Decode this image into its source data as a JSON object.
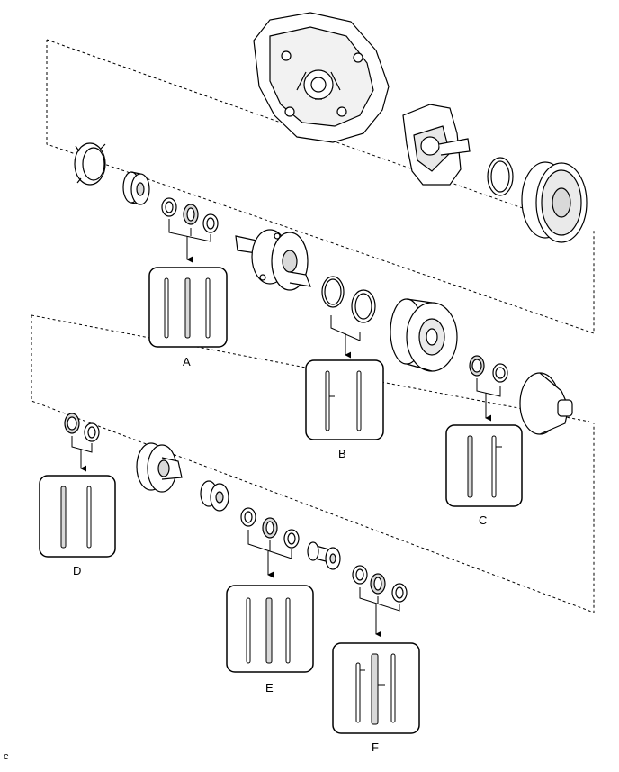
{
  "callouts": {
    "a": "A",
    "b": "B",
    "c": "C",
    "d": "D",
    "e": "E",
    "f": "F"
  },
  "footer": {
    "code": "c"
  },
  "colors": {
    "line": "#000000",
    "fill_part": "#ffffff",
    "shade": "#d9d9d9"
  }
}
